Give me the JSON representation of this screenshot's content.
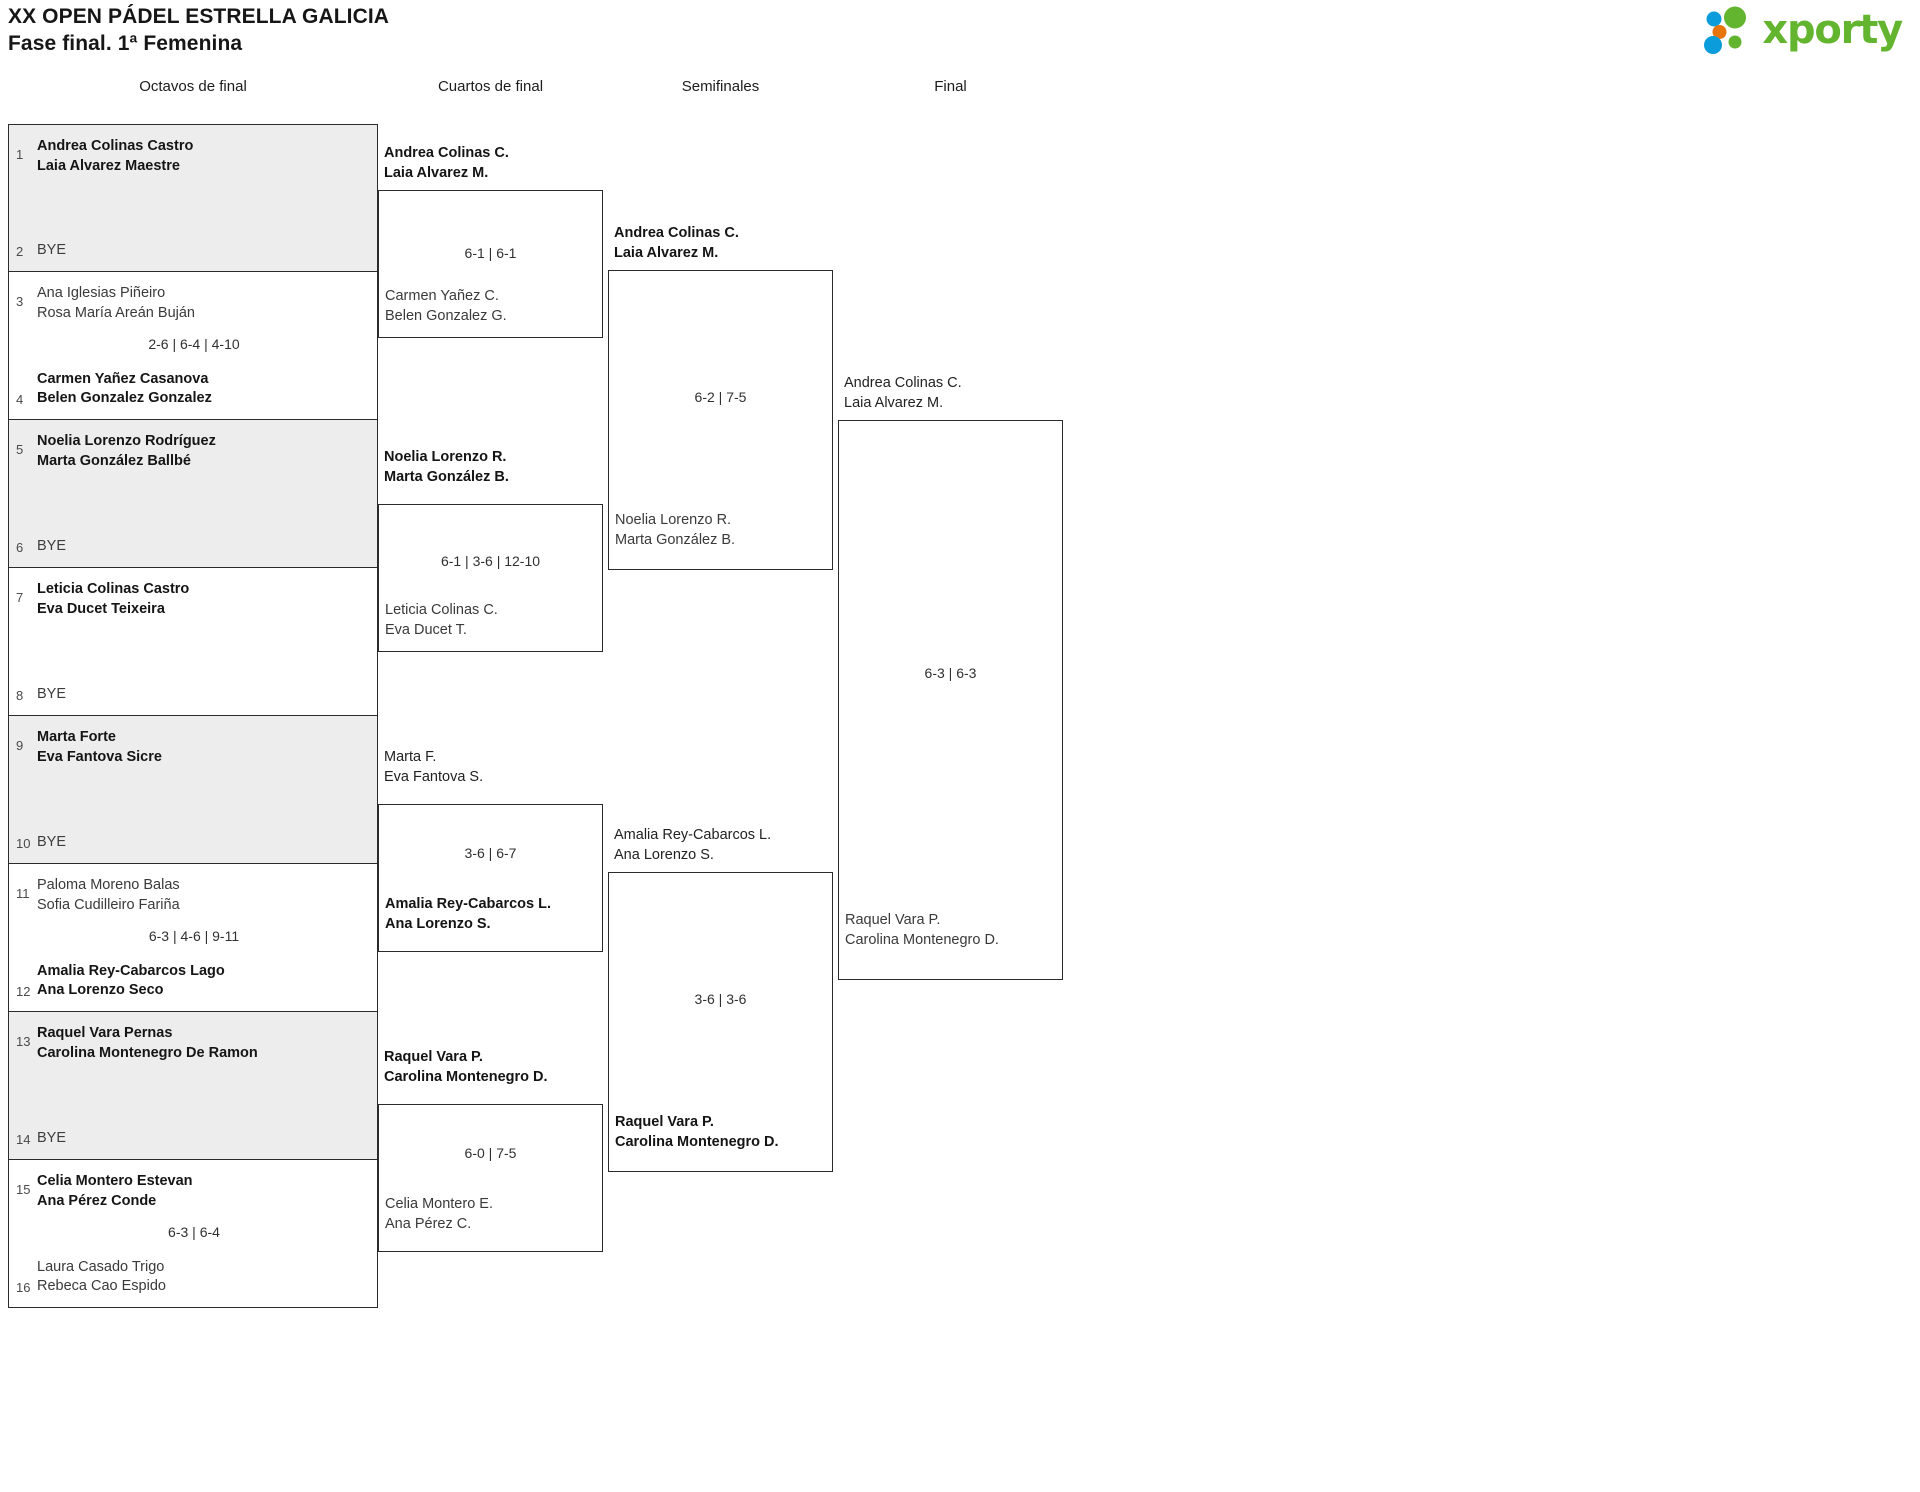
{
  "header": {
    "tournament_title": "XX OPEN PÁDEL ESTRELLA GALICIA",
    "phase_title": "Fase final. 1ª Femenina",
    "logo_word": "xporty",
    "logo_colors": {
      "green": "#63b42e",
      "blue": "#0b9cdb",
      "orange": "#e8740c"
    }
  },
  "rounds": [
    {
      "label": "Octavos de final"
    },
    {
      "label": "Cuartos de final"
    },
    {
      "label": "Semifinales"
    },
    {
      "label": "Final"
    }
  ],
  "round_of_16": [
    {
      "shaded": true,
      "score": "",
      "top": {
        "seed": "1",
        "line1": "Andrea Colinas Castro",
        "line2": "Laia Alvarez Maestre",
        "winner": true,
        "bye": false
      },
      "bottom": {
        "seed": "2",
        "line1": "BYE",
        "line2": "",
        "winner": false,
        "bye": true
      }
    },
    {
      "shaded": false,
      "score": "2-6 | 6-4 | 4-10",
      "top": {
        "seed": "3",
        "line1": "Ana Iglesias Piñeiro",
        "line2": "Rosa María Areán Buján",
        "winner": false,
        "bye": false
      },
      "bottom": {
        "seed": "4",
        "line1": "Carmen Yañez Casanova",
        "line2": "Belen Gonzalez Gonzalez",
        "winner": true,
        "bye": false
      }
    },
    {
      "shaded": true,
      "score": "",
      "top": {
        "seed": "5",
        "line1": "Noelia Lorenzo Rodríguez",
        "line2": "Marta González Ballbé",
        "winner": true,
        "bye": false
      },
      "bottom": {
        "seed": "6",
        "line1": "BYE",
        "line2": "",
        "winner": false,
        "bye": true
      }
    },
    {
      "shaded": false,
      "score": "",
      "top": {
        "seed": "7",
        "line1": "Leticia Colinas Castro",
        "line2": "Eva Ducet Teixeira",
        "winner": true,
        "bye": false
      },
      "bottom": {
        "seed": "8",
        "line1": "BYE",
        "line2": "",
        "winner": false,
        "bye": true
      }
    },
    {
      "shaded": true,
      "score": "",
      "top": {
        "seed": "9",
        "line1": "Marta Forte",
        "line2": "Eva Fantova Sicre",
        "winner": true,
        "bye": false
      },
      "bottom": {
        "seed": "10",
        "line1": "BYE",
        "line2": "",
        "winner": false,
        "bye": true
      }
    },
    {
      "shaded": false,
      "score": "6-3 | 4-6 | 9-11",
      "top": {
        "seed": "11",
        "line1": "Paloma Moreno Balas",
        "line2": "Sofia Cudilleiro Fariña",
        "winner": false,
        "bye": false
      },
      "bottom": {
        "seed": "12",
        "line1": "Amalia Rey-Cabarcos Lago",
        "line2": "Ana Lorenzo Seco",
        "winner": true,
        "bye": false
      }
    },
    {
      "shaded": true,
      "score": "",
      "top": {
        "seed": "13",
        "line1": "Raquel Vara Pernas",
        "line2": "Carolina Montenegro De Ramon",
        "winner": true,
        "bye": false
      },
      "bottom": {
        "seed": "14",
        "line1": "BYE",
        "line2": "",
        "winner": false,
        "bye": true
      }
    },
    {
      "shaded": false,
      "score": "6-3 | 6-4",
      "top": {
        "seed": "15",
        "line1": "Celia Montero Estevan",
        "line2": "Ana Pérez Conde",
        "winner": true,
        "bye": false
      },
      "bottom": {
        "seed": "16",
        "line1": "Laura Casado Trigo",
        "line2": "Rebeca Cao Espido",
        "winner": false,
        "bye": false
      }
    }
  ],
  "quarterfinals": [
    {
      "winner": {
        "line1": "Andrea Colinas C.",
        "line2": "Laia Alvarez M."
      },
      "score": "6-1 | 6-1",
      "loser": {
        "line1": "Carmen Yañez C.",
        "line2": "Belen Gonzalez G."
      },
      "loser_is_winner": false
    },
    {
      "winner": {
        "line1": "Noelia Lorenzo R.",
        "line2": "Marta González B."
      },
      "score": "6-1 | 3-6 | 12-10",
      "loser": {
        "line1": "Leticia Colinas C.",
        "line2": "Eva Ducet T."
      },
      "loser_is_winner": false
    },
    {
      "winner": {
        "line1": "Marta F.",
        "line2": "Eva Fantova S."
      },
      "score": "3-6 | 6-7",
      "loser": {
        "line1": "Amalia Rey-Cabarcos L.",
        "line2": "Ana Lorenzo S."
      },
      "loser_is_winner": true
    },
    {
      "winner": {
        "line1": "Raquel Vara P.",
        "line2": "Carolina Montenegro D."
      },
      "score": "6-0 | 7-5",
      "loser": {
        "line1": "Celia Montero E.",
        "line2": "Ana Pérez C."
      },
      "loser_is_winner": false
    }
  ],
  "semifinals": [
    {
      "winner": {
        "line1": "Andrea Colinas C.",
        "line2": "Laia Alvarez M."
      },
      "score": "6-2 | 7-5",
      "loser": {
        "line1": "Noelia Lorenzo R.",
        "line2": "Marta González B."
      },
      "loser_is_winner": false
    },
    {
      "winner": {
        "line1": "Amalia Rey-Cabarcos L.",
        "line2": "Ana Lorenzo S."
      },
      "score": "3-6 | 3-6",
      "loser": {
        "line1": "Raquel Vara P.",
        "line2": "Carolina Montenegro D."
      },
      "loser_is_winner": true
    }
  ],
  "final": {
    "winner": {
      "line1": "Andrea Colinas C.",
      "line2": "Laia Alvarez M."
    },
    "score": "6-3 | 6-3",
    "loser": {
      "line1": "Raquel Vara P.",
      "line2": "Carolina Montenegro D."
    }
  }
}
